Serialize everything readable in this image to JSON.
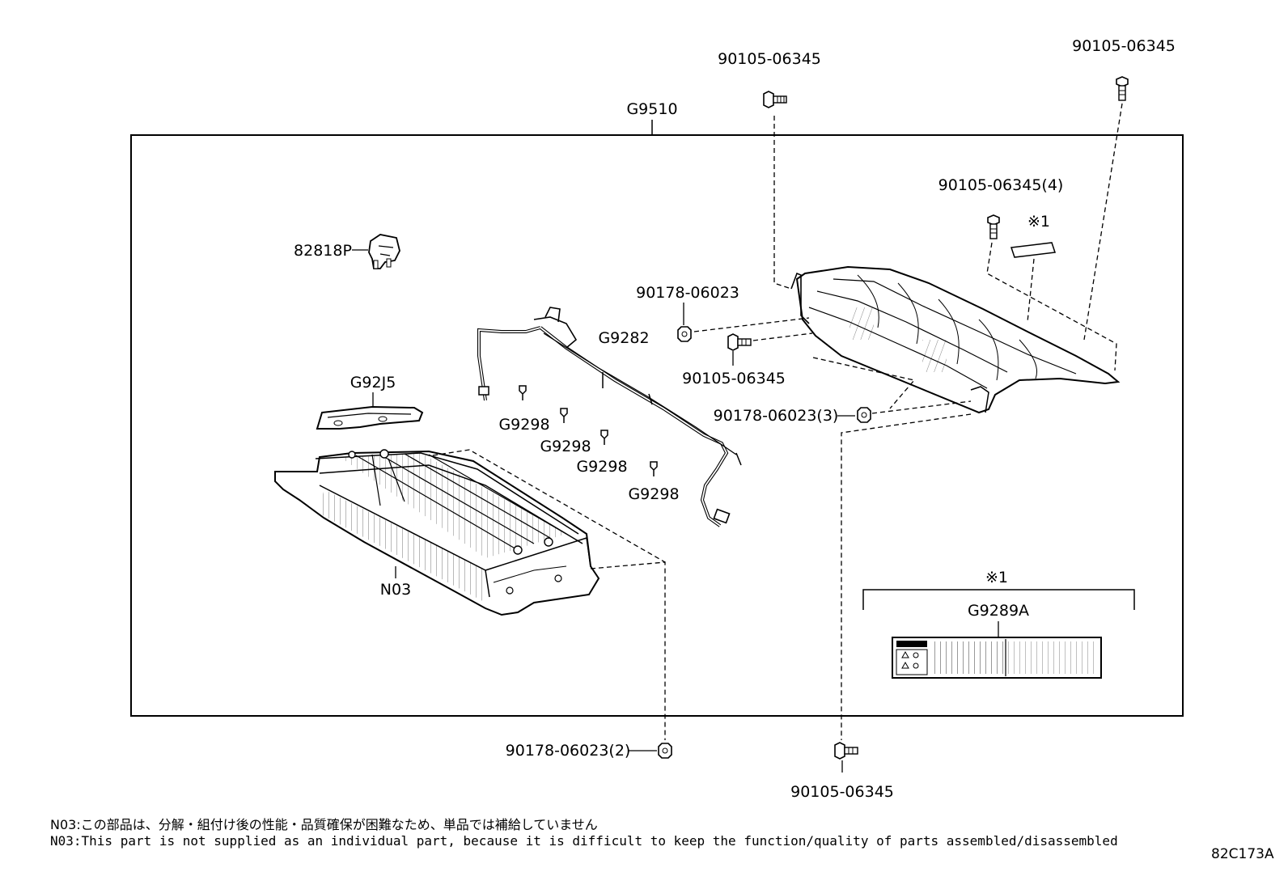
{
  "assembly_label": "G9510",
  "parts": {
    "bolt_top_center": "90105-06345",
    "bolt_top_right": "90105-06345",
    "bolt_right_4": "90105-06345(4)",
    "sticker_ref_top": "※1",
    "bracket": "82818P",
    "nut_mid": "90178-06023",
    "harness": "G9282",
    "bolt_mid": "90105-06345",
    "nut_3": "90178-06023(3)",
    "cover": "G92J5",
    "clamp_1": "G9298",
    "clamp_2": "G9298",
    "clamp_3": "G9298",
    "clamp_4": "G9298",
    "battery_module": "N03",
    "nut_2": "90178-06023(2)",
    "bolt_bottom": "90105-06345",
    "label_group_ref": "※1",
    "label_part": "G9289A"
  },
  "notes": {
    "japanese": "N03:この部品は、分解・組付け後の性能・品質確保が困難なため、単品では補給していません",
    "english": "N03:This part is not supplied as an individual part, because it is difficult to keep the function/quality of parts assembled/disassembled"
  },
  "diagram_id": "82C173A"
}
